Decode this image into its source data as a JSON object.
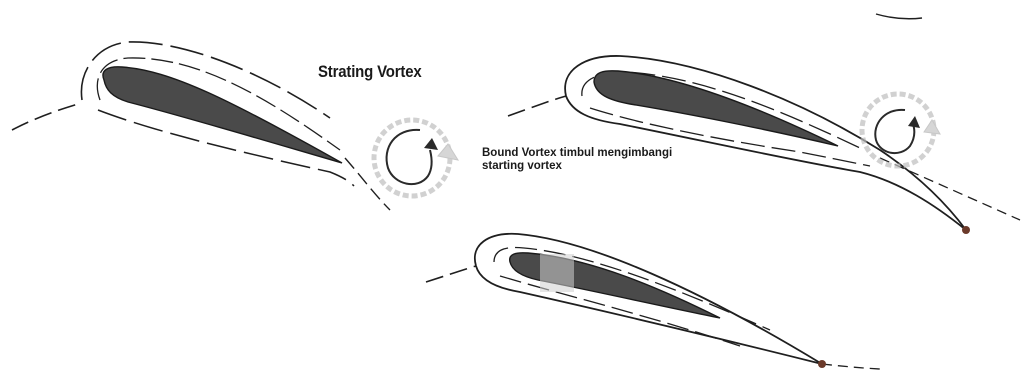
{
  "labels": {
    "starting_vortex": "Strating Vortex",
    "bound_vortex_line1": "Bound  Vortex timbul mengimbangi",
    "bound_vortex_line2": "starting vortex"
  },
  "colors": {
    "airfoil_fill": "#4a4a4a",
    "line": "#1f1f1f",
    "vortex_ring": "#bdbdbd",
    "vortex_arrow": "#c8c8c8",
    "trailing_dot": "#6b3a2a"
  },
  "panels": [
    {
      "id": "left-airfoil",
      "stage": 1
    },
    {
      "id": "right-airfoil",
      "stage": 2
    },
    {
      "id": "bottom-airfoil",
      "stage": 3
    }
  ]
}
